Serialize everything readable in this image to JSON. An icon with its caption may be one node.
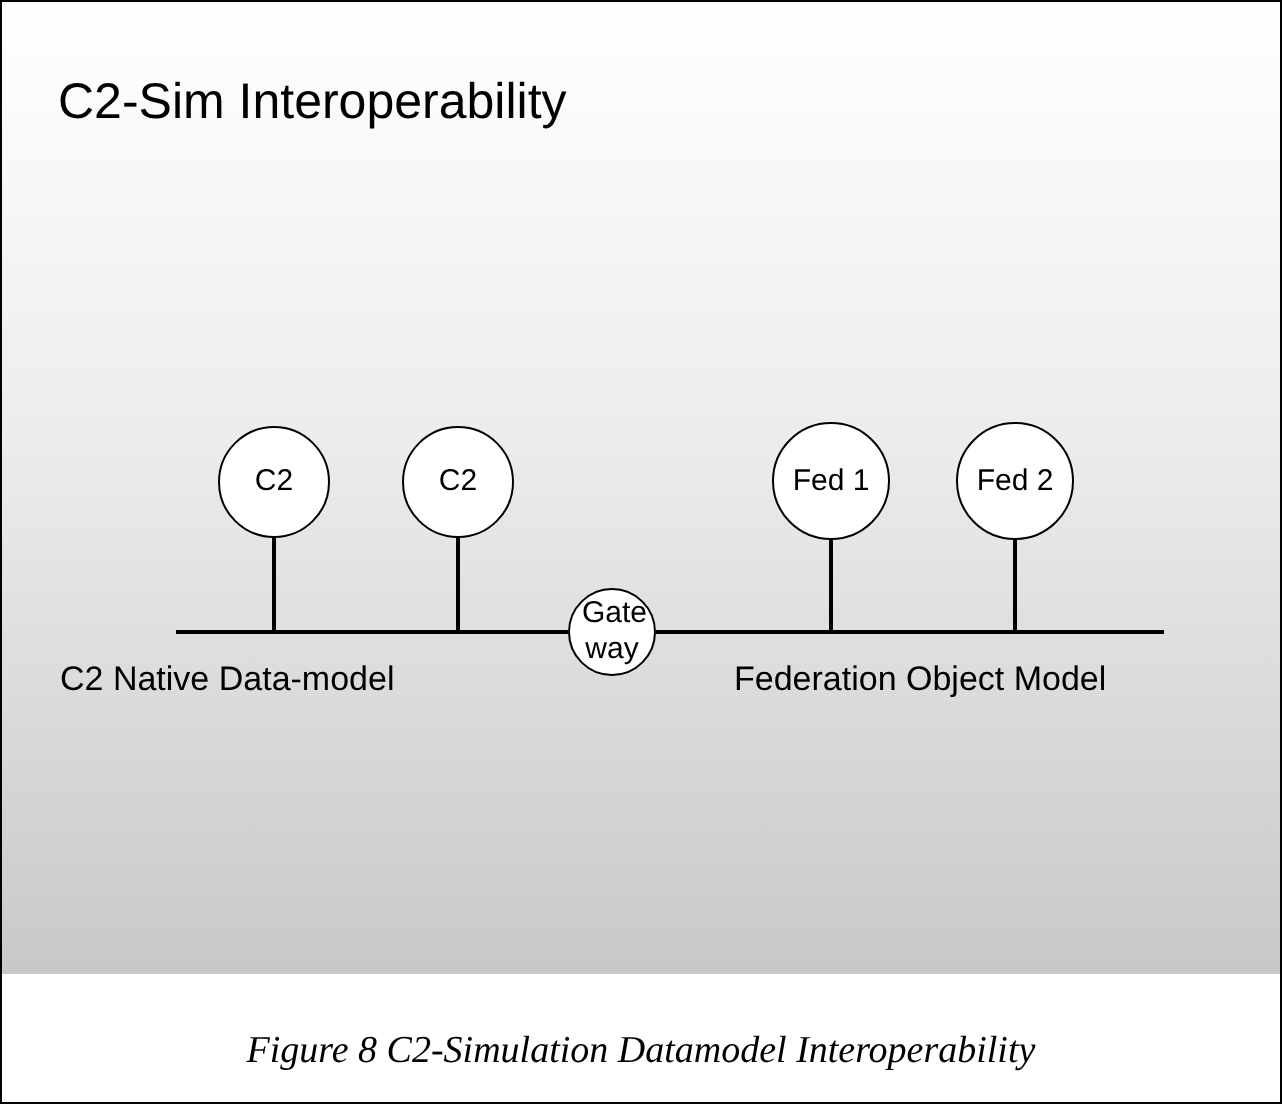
{
  "diagram": {
    "title": "C2-Sim Interoperability",
    "caption": "Figure 8 C2-Simulation Datamodel Interoperability",
    "nodes": [
      {
        "text": [
          "C2"
        ]
      },
      {
        "text": [
          "C2"
        ]
      },
      {
        "text": [
          "Fed 1"
        ]
      },
      {
        "text": [
          "Fed 2"
        ]
      },
      {
        "text": [],
        "shape": "bar",
        "beside": [
          "C2 Native Data-model"
        ]
      },
      {
        "text": [
          "Gate way"
        ]
      },
      {
        "text": [],
        "shape": "bar",
        "beside": [
          "Federation Object Model"
        ]
      }
    ],
    "edges": [
      {
        "from": 0,
        "to": 4,
        "arrow": "none"
      },
      {
        "from": 1,
        "to": 4,
        "arrow": "none"
      },
      {
        "from": 2,
        "to": 6,
        "arrow": "none"
      },
      {
        "from": 3,
        "to": 6,
        "arrow": "none"
      },
      {
        "from": 4,
        "to": 5,
        "arrow": "none"
      },
      {
        "from": 5,
        "to": 6,
        "arrow": "none"
      }
    ]
  }
}
